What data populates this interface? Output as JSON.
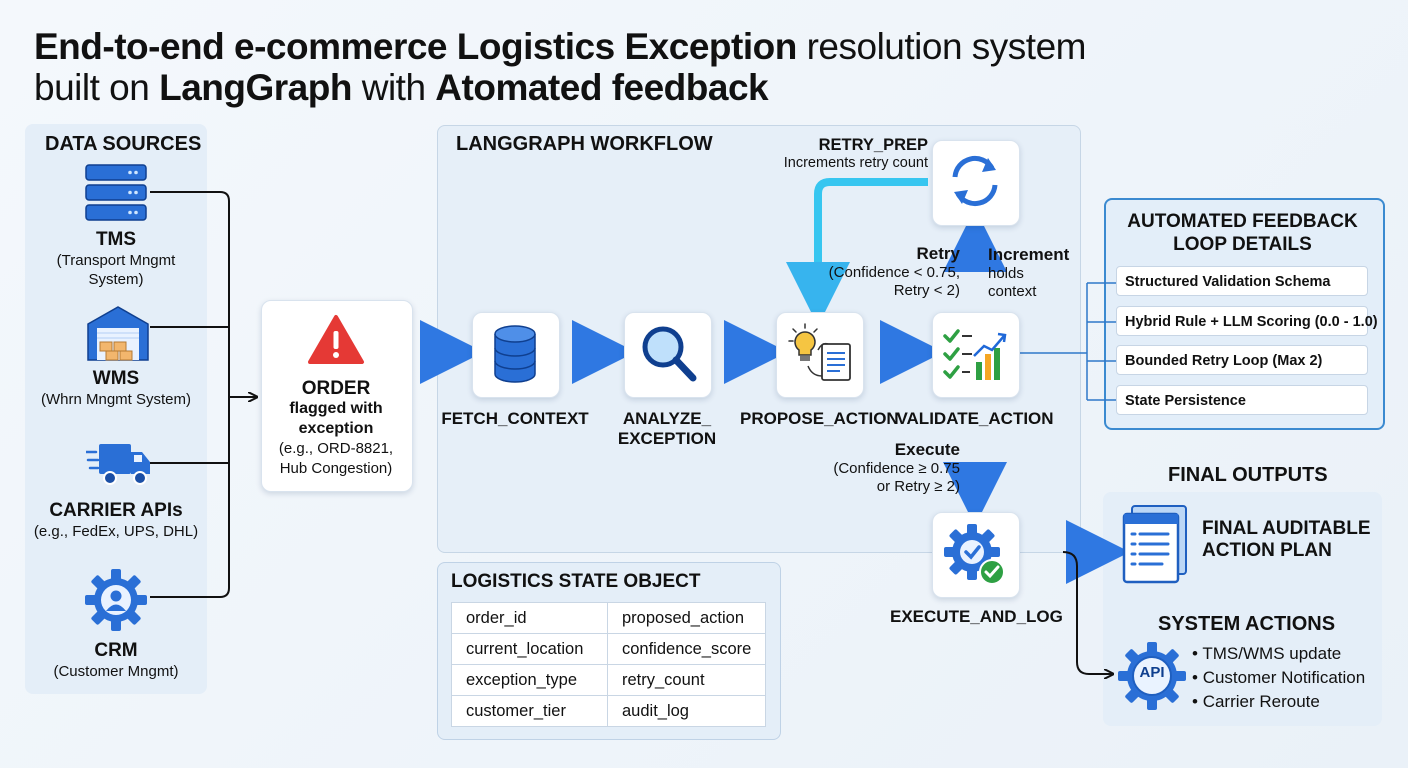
{
  "title": {
    "line1_bold": "End-to-end e-commerce Logistics Exception",
    "line1_rest": " resolution system",
    "line2_pre": "built on ",
    "line2_bold1": "LangGraph",
    "line2_mid": " with ",
    "line2_bold2": "Atomated feedback"
  },
  "data_sources": {
    "header": "DATA SOURCES",
    "items": [
      {
        "name": "TMS",
        "desc": "(Transport Mngmt System)",
        "icon": "server-stack-icon"
      },
      {
        "name": "WMS",
        "desc": "(Whrn Mngmt System)",
        "icon": "warehouse-icon"
      },
      {
        "name": "CARRIER APIs",
        "desc": "(e.g., FedEx, UPS, DHL)",
        "icon": "truck-icon"
      },
      {
        "name": "CRM",
        "desc": "(Customer Mngmt)",
        "icon": "user-gear-icon"
      }
    ]
  },
  "order": {
    "title": "ORDER",
    "line2": "flagged with",
    "line3": "exception",
    "line4": "(e.g., ORD-8821,",
    "line5": "Hub Congestion)",
    "icon": "warning-icon"
  },
  "workflow": {
    "header": "LANGGRAPH WORKFLOW",
    "nodes": [
      {
        "label": "FETCH_CONTEXT",
        "icon": "database-icon"
      },
      {
        "label1": "ANALYZE_",
        "label2": "EXCEPTION",
        "icon": "magnifier-icon"
      },
      {
        "label": "PROPOSE_ACTION",
        "icon": "lightbulb-document-icon"
      },
      {
        "label": "VALIDATE_ACTION",
        "icon": "checklist-chart-icon"
      },
      {
        "label": "EXECUTE_AND_LOG",
        "icon": "gear-check-icon"
      }
    ],
    "retry_prep": {
      "title": "RETRY_PREP",
      "desc": "Increments retry count",
      "icon": "refresh-icon"
    },
    "retry": {
      "title": "Retry",
      "line1": "(Confidence < 0.75,",
      "line2": "Retry < 2)"
    },
    "increment": {
      "title": "Increment",
      "line1": "holds",
      "line2": "context"
    },
    "execute": {
      "title": "Execute",
      "line1": "(Confidence ≥ 0.75",
      "line2": "or Retry ≥ 2)"
    }
  },
  "state_object": {
    "header": "LOGISTICS STATE OBJECT",
    "rows": [
      [
        "order_id",
        "proposed_action"
      ],
      [
        "current_location",
        "confidence_score"
      ],
      [
        "exception_type",
        "retry_count"
      ],
      [
        "customer_tier",
        "audit_log"
      ]
    ]
  },
  "feedback": {
    "header1": "AUTOMATED FEEDBACK",
    "header2": "LOOP DETAILS",
    "items": [
      "Structured Validation Schema",
      "Hybrid Rule + LLM Scoring (0.0 - 1.0)",
      "Bounded Retry Loop (Max 2)",
      "State Persistence"
    ]
  },
  "final_outputs": {
    "header": "FINAL OUTPUTS",
    "plan1": "FINAL AUDITABLE",
    "plan2": "ACTION PLAN",
    "actions_header": "SYSTEM ACTIONS",
    "api_label": "API",
    "actions": [
      "TMS/WMS update",
      "Customer Notification",
      "Carrier Reroute"
    ]
  },
  "colors": {
    "arrow_start": "#3fd0f2",
    "arrow_end": "#2f6fe0",
    "icon_blue": "#1f68d8",
    "warning_red": "#e53935",
    "check_green": "#2ea043"
  }
}
